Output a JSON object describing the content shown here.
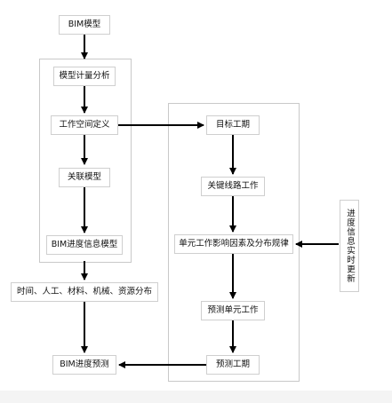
{
  "nodes": {
    "bim_model": "BIM模型",
    "quantity_analysis": "模型计量分析",
    "work_space_definition": "工作空间定义",
    "link_model": "关联模型",
    "bim_progress_info_model": "BIM进度信息模型",
    "resource_distribution": "时间、人工、材料、机械、资源分布",
    "bim_progress_forecast": "BIM进度预测",
    "target_duration": "目标工期",
    "critical_path_work": "关键线路工作",
    "unit_factors_rules": "单元工作影响因素及分布规律",
    "forecast_unit_work": "预测单元工作",
    "forecast_duration": "预测工期",
    "realtime_update": "进度信息实时更新"
  },
  "colors": {
    "node_border": "#cfcfcf",
    "group_border": "#c9c9c9",
    "arrow": "#000000"
  }
}
